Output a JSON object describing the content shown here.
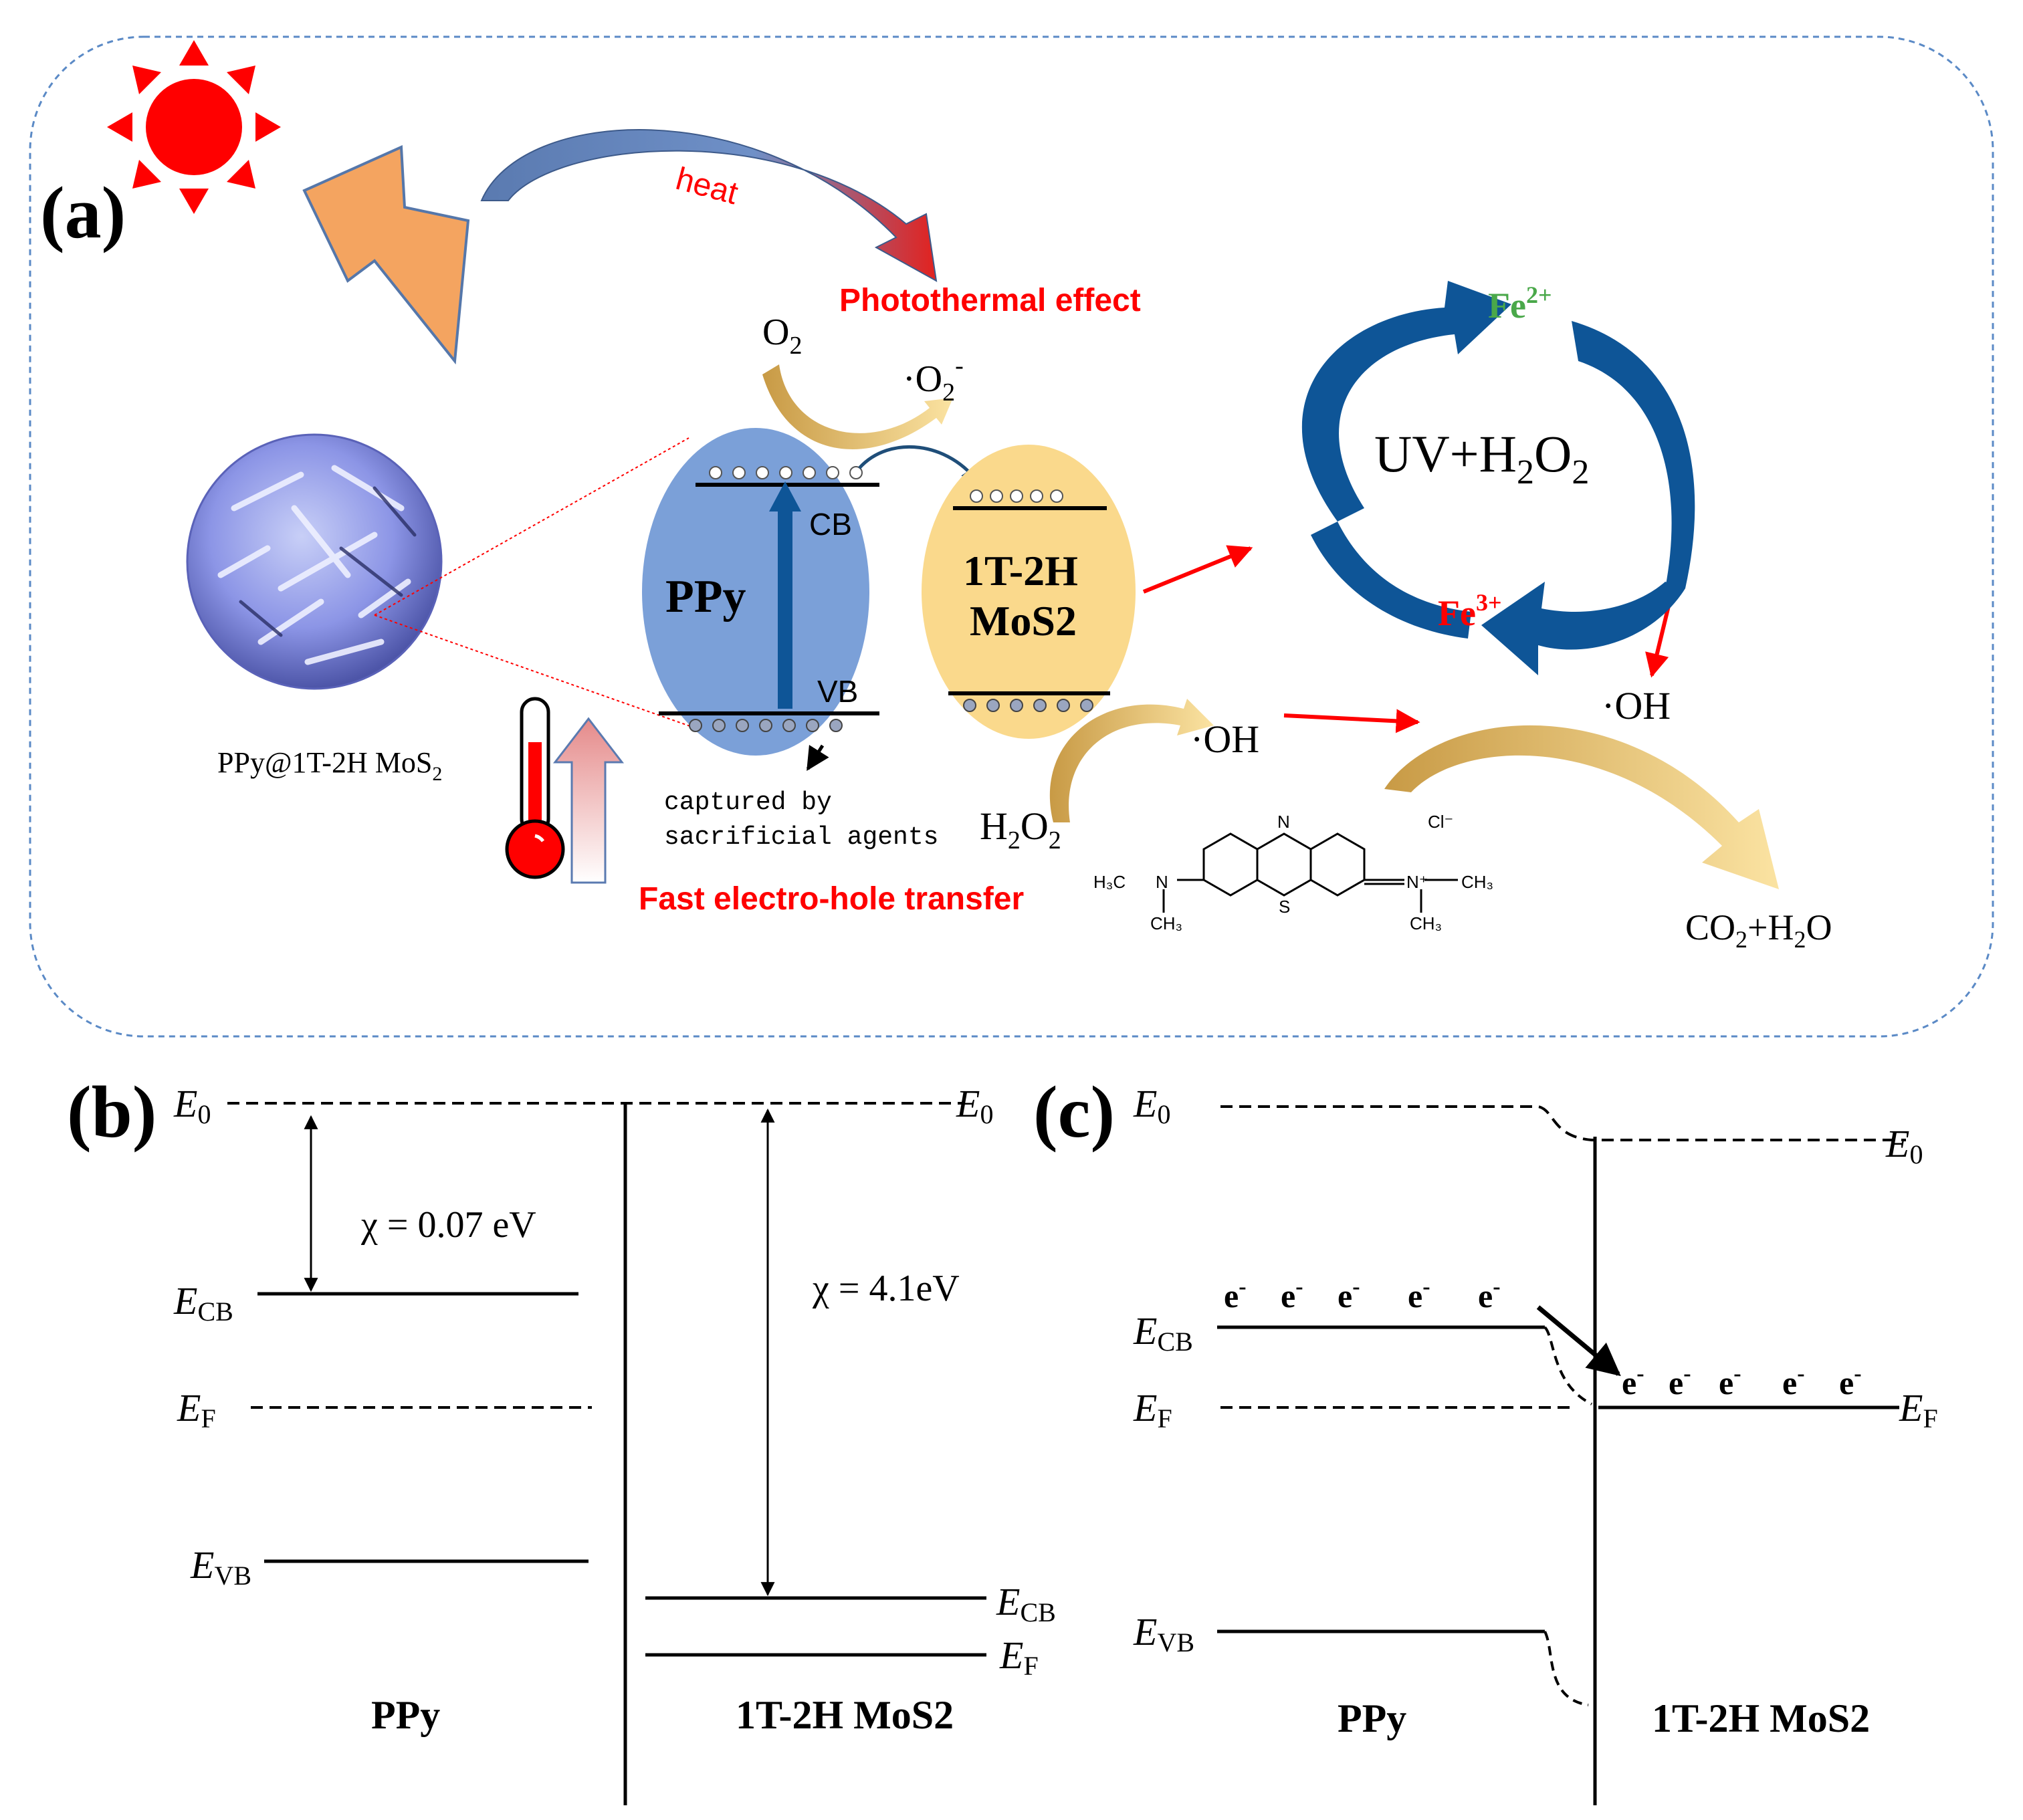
{
  "panel_a": {
    "label": "(a)",
    "heat": "heat",
    "photothermal": "Photothermal effect",
    "o2": "O",
    "o2_sub": "2",
    "superoxide": "·O",
    "superoxide_sub": "2",
    "superoxide_sup": "-",
    "cb": "CB",
    "vb": "VB",
    "ppy": "PPy",
    "mos2_line1": "1T-2H",
    "mos2_line2": "MoS",
    "mos2_sub": "2",
    "material_label": "PPy@1T-2H MoS",
    "material_sub": "2",
    "captured_line1": "captured by",
    "captured_line2": "sacrificial agents",
    "fast_transfer": "Fast electro-hole transfer",
    "h2o2": "H",
    "h2o2_sub1": "2",
    "h2o2_o": "O",
    "h2o2_sub2": "2",
    "oh_left": "·OH",
    "oh_right": "·OH",
    "fe2": "Fe",
    "fe2_sup": "2+",
    "fe3": "Fe",
    "fe3_sup": "3+",
    "uv_h2o2": "UV+H",
    "uv_sub1": "2",
    "uv_o": "O",
    "uv_sub2": "2",
    "products_co": "CO",
    "products_sub1": "2",
    "products_h": "+H",
    "products_sub2": "2",
    "products_o": "O",
    "mb_h3c": "H₃C",
    "mb_n": "N",
    "mb_ch3_left": "CH₃",
    "mb_n_top": "N",
    "mb_s": "S",
    "mb_nplus": "N⁺",
    "mb_ch3_right": "CH₃",
    "mb_ch3_bottom": "CH₃",
    "mb_cl": "Cl⁻"
  },
  "panel_b": {
    "label": "(b)",
    "e0_left": "E",
    "e0_left_sub": "0",
    "e0_right": "E",
    "e0_right_sub": "0",
    "chi_ppy": "χ = 0.07 eV",
    "chi_mos2": "χ = 4.1eV",
    "ecb_left": "E",
    "ecb_left_sub": "CB",
    "ef_left": "E",
    "ef_left_sub": "F",
    "evb_left": "E",
    "evb_left_sub": "VB",
    "ecb_right": "E",
    "ecb_right_sub": "CB",
    "ef_right": "E",
    "ef_right_sub": "F",
    "material_left": "PPy",
    "material_right": "1T-2H MoS",
    "material_right_sub": "2"
  },
  "panel_c": {
    "label": "(c)",
    "e0_left": "E",
    "e0_left_sub": "0",
    "e0_right": "E",
    "e0_right_sub": "0",
    "ecb_left": "E",
    "ecb_left_sub": "CB",
    "ef_left": "E",
    "ef_left_sub": "F",
    "evb_left": "E",
    "evb_left_sub": "VB",
    "ef_right": "E",
    "ef_right_sub": "F",
    "electron": "e",
    "electron_sup": "-",
    "material_left": "PPy",
    "material_right": "1T-2H MoS",
    "material_right_sub": "2"
  },
  "colors": {
    "red": "#ff0000",
    "dark_blue": "#0e5597",
    "ppy_blue": "#7ba0d8",
    "mos2_yellow": "#fad98c",
    "gold": "#d8a845",
    "green": "#4aa84a",
    "border_blue": "#5b8ac6"
  }
}
